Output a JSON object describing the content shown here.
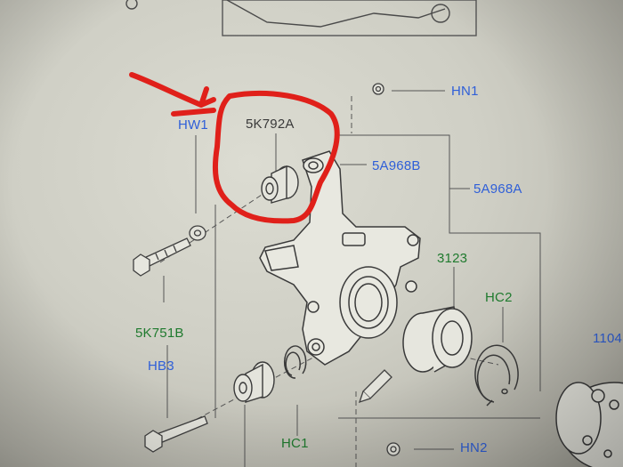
{
  "labels": {
    "hn1": "HN1",
    "hw1": "HW1",
    "p5k792a": "5K792A",
    "p5a968b": "5A968B",
    "p5a968a": "5A968A",
    "p3123": "3123",
    "hc2": "HC2",
    "p5k751b": "5K751B",
    "hb3": "HB3",
    "hc1": "HC1",
    "hn2": "HN2",
    "p1104": "1104"
  },
  "colors": {
    "paper": "#d6d6cc",
    "line": "#4a4a4a",
    "callout_blue": "#2f5fd8",
    "callout_green": "#1f7a2e",
    "markup_red": "#e0201a"
  }
}
